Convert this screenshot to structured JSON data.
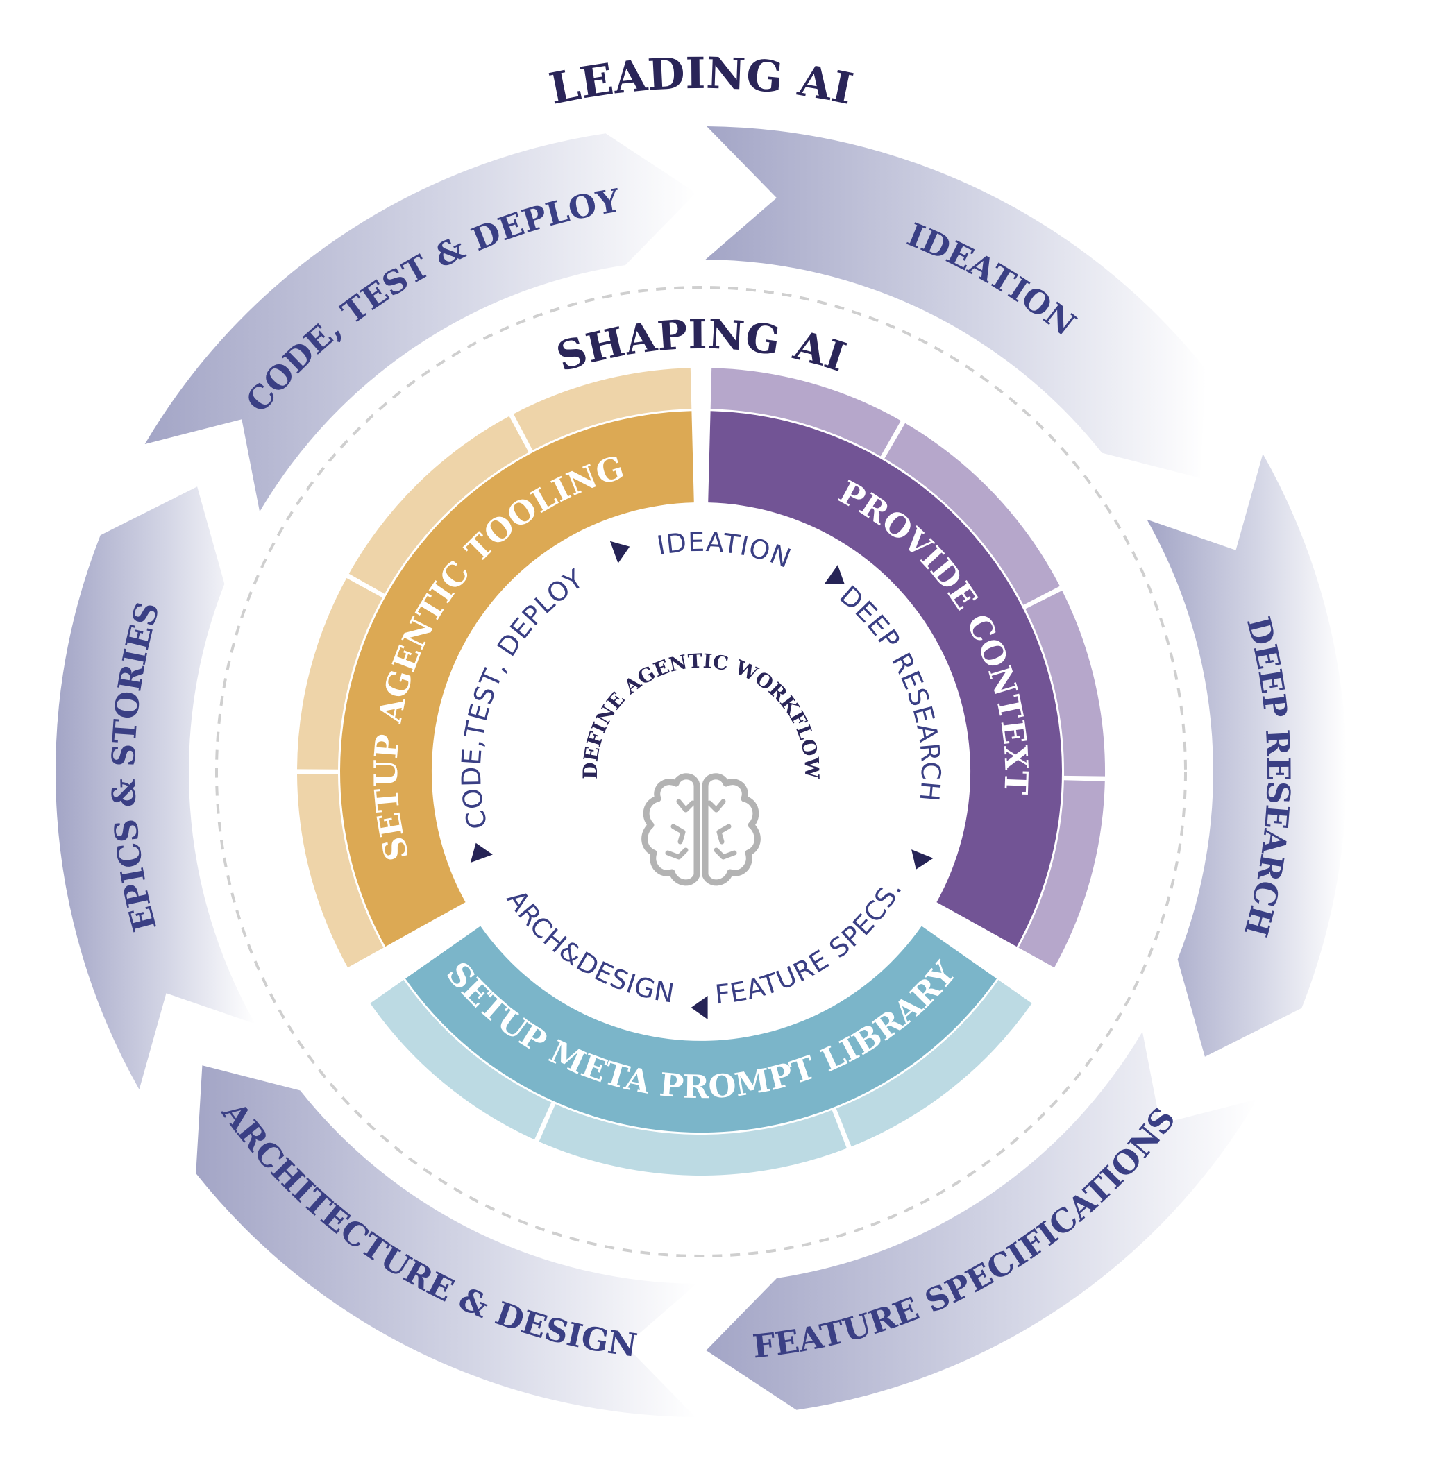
{
  "title_outer": "LEADING AI",
  "title_inner": "SHAPING AI",
  "center": {
    "label": "DEFINE AGENTIC WORKFLOW",
    "icon": "brain-icon"
  },
  "outer_cycle": [
    {
      "label": "IDEATION"
    },
    {
      "label": "DEEP RESEARCH"
    },
    {
      "label": "FEATURE SPECIFICATIONS"
    },
    {
      "label": "ARCHITECTURE & DESIGN"
    },
    {
      "label": "EPICS & STORIES"
    },
    {
      "label": "CODE, TEST & DEPLOY"
    }
  ],
  "inner_cycle": [
    {
      "label": "IDEATION"
    },
    {
      "label": "DEEP RESEARCH"
    },
    {
      "label": "FEATURE SPECS."
    },
    {
      "label": "ARCH&DESIGN"
    },
    {
      "label": "CODE,TEST, DEPLOY"
    }
  ],
  "pillars": [
    {
      "label": "PROVIDE CONTEXT",
      "color": "#725495",
      "light_color": "#B6A7CB",
      "light_segments": 4
    },
    {
      "label": "SETUP META PROMPT LIBRARY",
      "color": "#7BB5C9",
      "light_color": "#BCDAE3",
      "light_segments": 3
    },
    {
      "label": "SETUP AGENTIC TOOLING",
      "color": "#DCA954",
      "light_color": "#EED4A9",
      "light_segments": 4
    }
  ],
  "colors": {
    "title": "#2A2558",
    "arrow_text": "#3A3F84",
    "arrow_dark": "#A3A5C6",
    "arrow_light": "#FFFFFF",
    "inner_text": "#3A3F84",
    "marker": "#262456",
    "dashed": "#CFCFCF",
    "brain": "#B3B3B3"
  }
}
